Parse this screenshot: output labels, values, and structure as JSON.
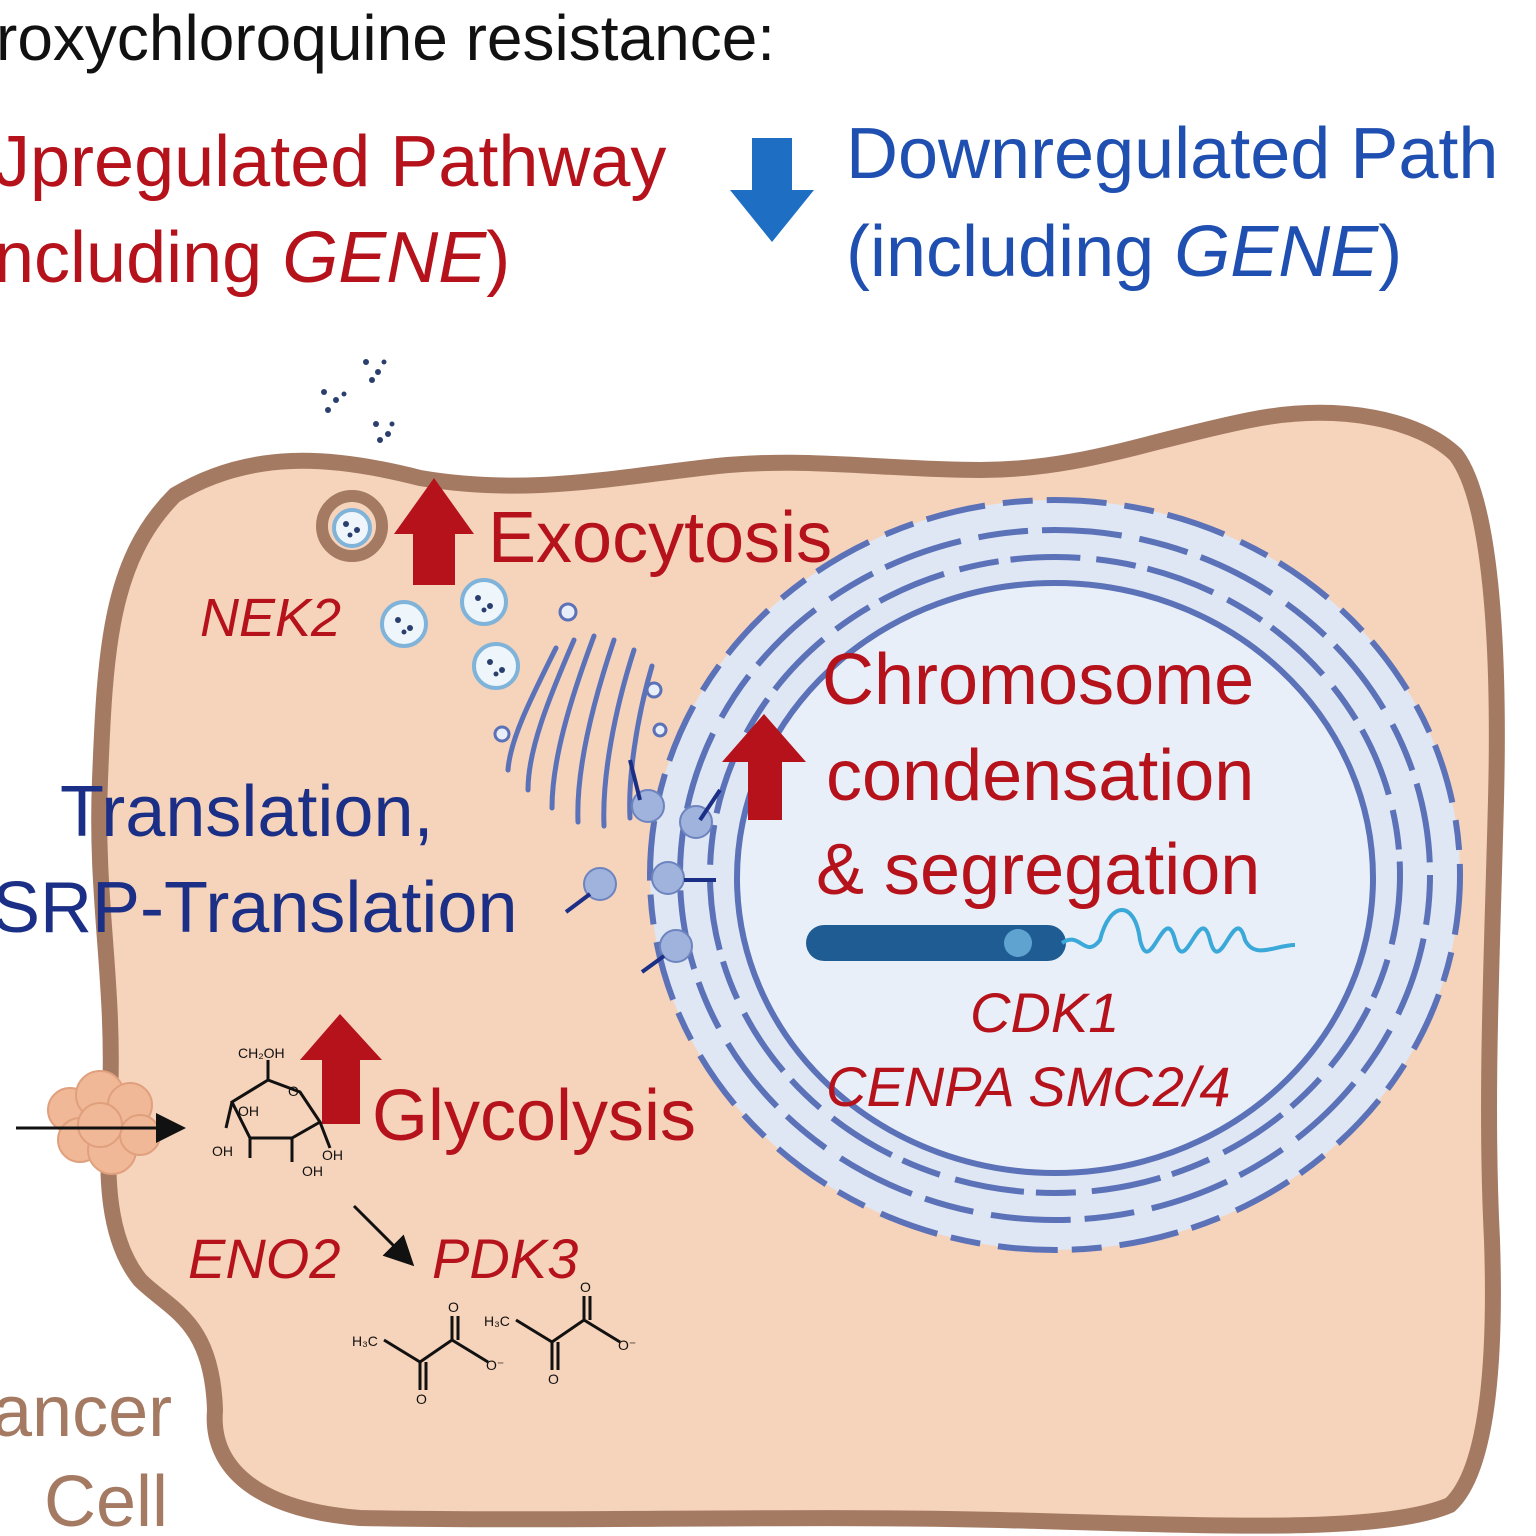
{
  "header": {
    "title": "roxychloroquine resistance:",
    "up_line1": "Jpregulated Pathway",
    "up_line2_prefix": "ncluding ",
    "up_line2_gene": "GENE",
    "up_line2_suffix": ")",
    "down_line1": "Downregulated Path",
    "down_line2_prefix": "(including ",
    "down_line2_gene": "GENE",
    "down_line2_suffix": ")"
  },
  "labels": {
    "exocytosis": "Exocytosis",
    "nek2": "NEK2",
    "translation_1": "Translation,",
    "translation_2": "SRP-Translation",
    "chromosome_1": "Chromosome",
    "chromosome_2": "condensation",
    "chromosome_3": "& segregation",
    "cdk1": "CDK1",
    "cenpa": "CENPA SMC2/4",
    "glycolysis": "Glycolysis",
    "eno2": "ENO2",
    "pdk3": "PDK3",
    "cell_1": "ancer",
    "cell_2": "Cell"
  },
  "chem": {
    "ch2oh": "CH₂OH",
    "o": "O",
    "oh": "OH",
    "h3c": "H₃C",
    "o_minus": "O⁻"
  },
  "colors": {
    "up": "#b5121b",
    "down": "#1a2f85",
    "down_header": "#1f4fb0",
    "down_arrow": "#1e6fc4",
    "cell_fill": "#f6d3bb",
    "cell_border": "#a57a63",
    "nucleus_fill": "#e9eff8",
    "organelle": "#5b72b8"
  }
}
